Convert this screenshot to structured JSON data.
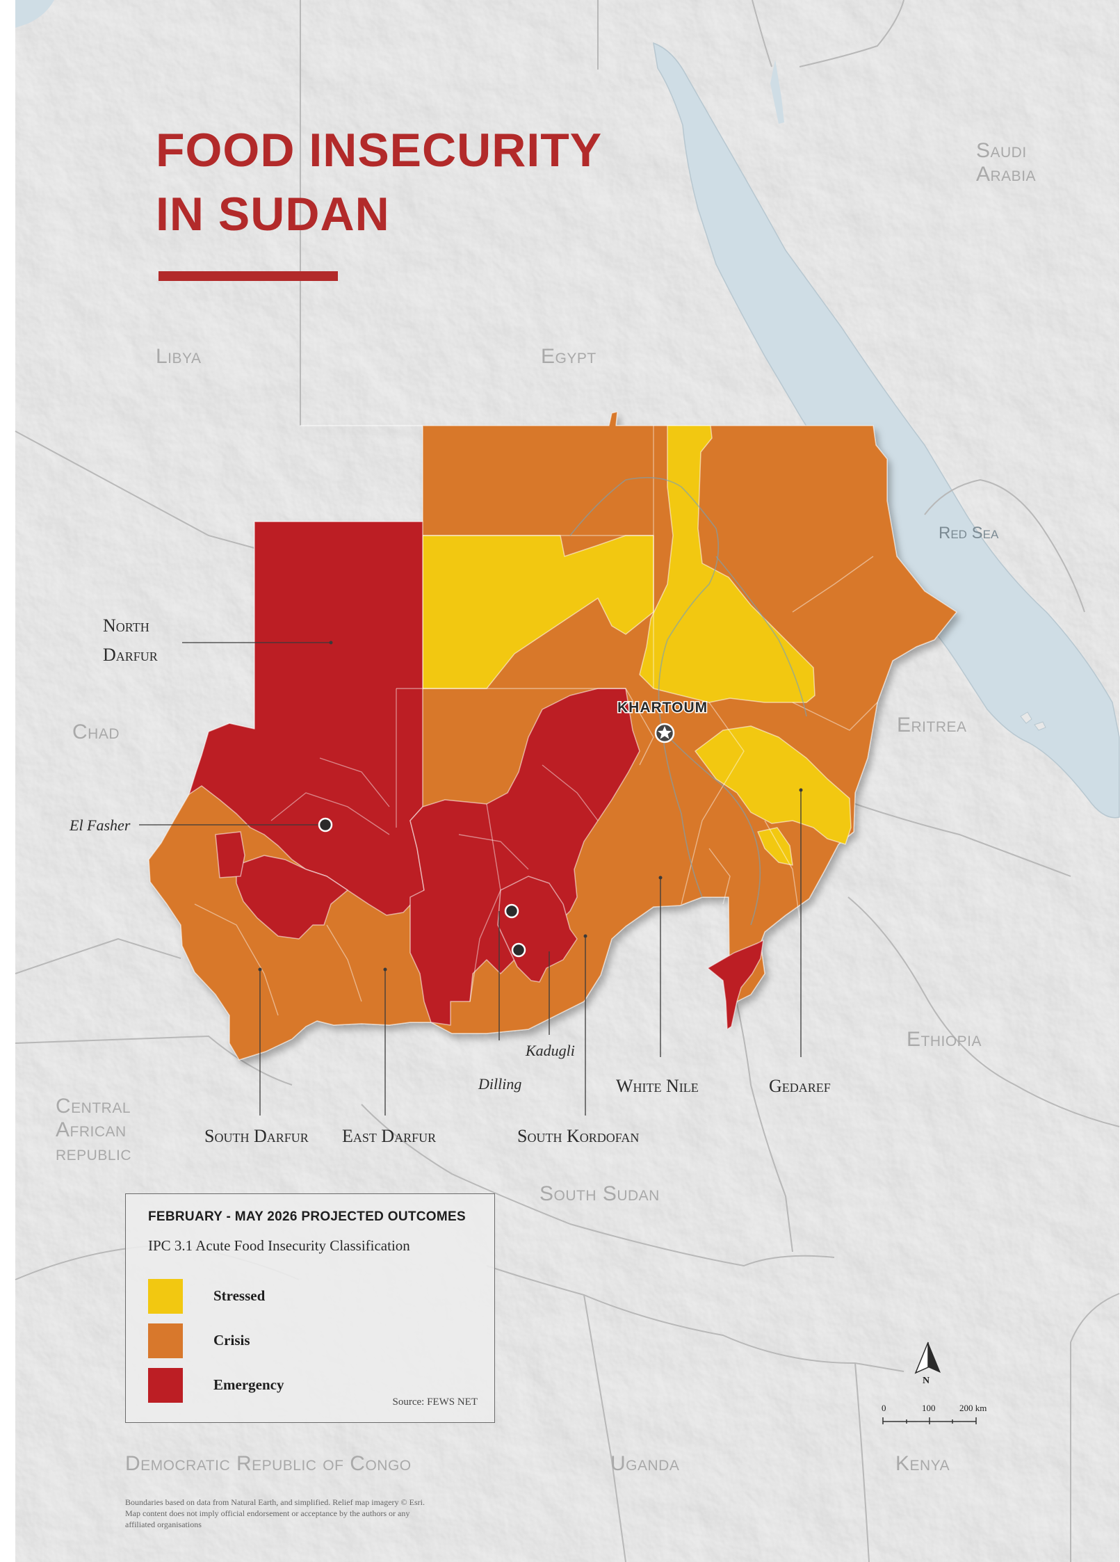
{
  "title": {
    "line1": "FOOD INSECURITY",
    "line2": "IN SUDAN"
  },
  "countries": {
    "libya": "Libya",
    "egypt": "Egypt",
    "saudi_arabia_1": "Saudi",
    "saudi_arabia_2": "Arabia",
    "chad": "Chad",
    "eritrea": "Eritrea",
    "ethiopia": "Ethiopia",
    "car_1": "Central",
    "car_2": "African",
    "car_3": "republic",
    "south_sudan": "South Sudan",
    "drc": "Democratic Republic of Congo",
    "uganda": "Uganda",
    "kenya": "Kenya"
  },
  "sea": "Red Sea",
  "capital": "KHARTOUM",
  "states": {
    "north_darfur_1": "North",
    "north_darfur_2": "Darfur",
    "south_darfur": "South Darfur",
    "east_darfur": "East Darfur",
    "south_kordofan": "South Kordofan",
    "white_nile": "White Nile",
    "gedaref": "Gedaref"
  },
  "cities": {
    "el_fasher": "El Fasher",
    "dilling": "Dilling",
    "kadugli": "Kadugli"
  },
  "legend": {
    "heading": "FEBRUARY - MAY 2026 PROJECTED OUTCOMES",
    "subtitle": "IPC 3.1 Acute Food Insecurity Classification",
    "items": [
      {
        "label": "Stressed",
        "color": "#f2c811"
      },
      {
        "label": "Crisis",
        "color": "#d8782c"
      },
      {
        "label": "Emergency",
        "color": "#bc1e24"
      }
    ],
    "source": "Source: FEWS NET"
  },
  "colors": {
    "stressed": "#f2c811",
    "crisis": "#d8782c",
    "emergency": "#bc1e24",
    "water": "#cfdde5",
    "land": "#e9e9e9",
    "title": "#b22a2a"
  },
  "compass": {
    "label": "N"
  },
  "scale_bar": {
    "labels": [
      "0",
      "100",
      "200 km"
    ]
  },
  "footnote": [
    "Boundaries based on data from Natural Earth, and simplified. Relief map imagery © Esri.",
    "Map content does not imply official endorsement or acceptance by the authors or any",
    "affiliated organisations"
  ]
}
